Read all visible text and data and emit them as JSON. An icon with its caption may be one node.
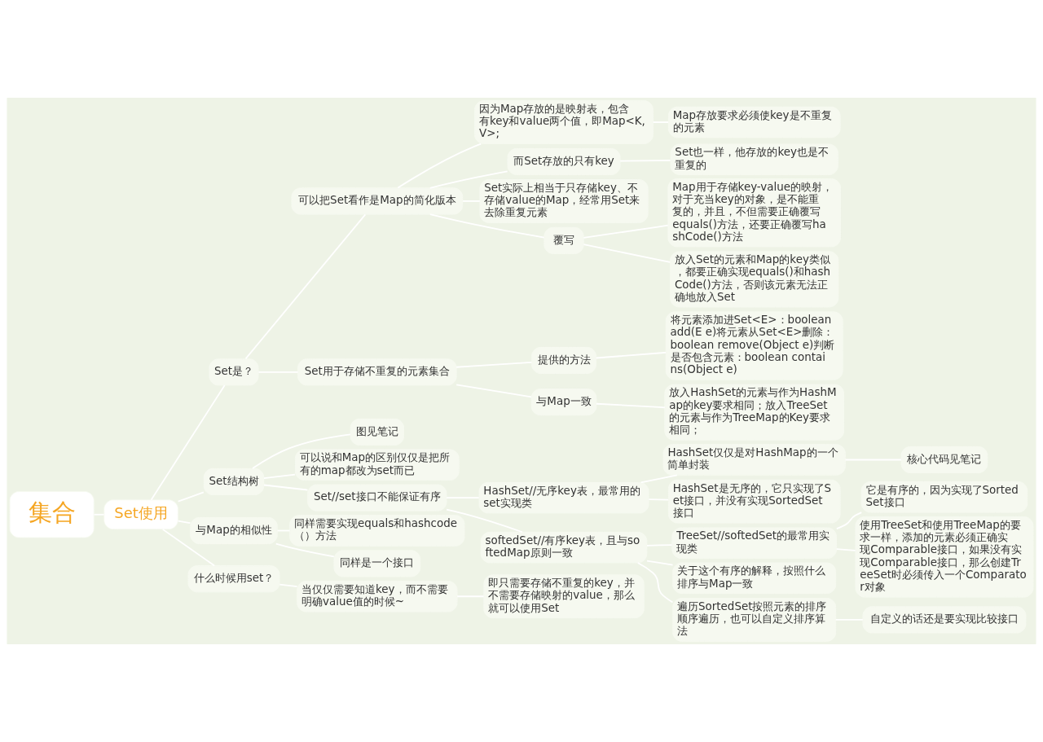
{
  "diagram": {
    "nodes": [
      {
        "text": [
          "集合"
        ]
      },
      {
        "text": [
          "Set使用"
        ]
      },
      {
        "text": [
          "Set是？"
        ]
      },
      {
        "text": [
          "可以把Set看作是Map的简化版本"
        ]
      },
      {
        "text": [
          "因为Map存放的是映射表，包含有key和value两个值，即Map<K,V>;"
        ]
      },
      {
        "text": [
          "Map存放要求必须使key是不重复的元素"
        ]
      },
      {
        "text": [
          "而Set存放的只有key"
        ]
      },
      {
        "text": [
          "Set也一样，他存放的key也是不重复的"
        ]
      },
      {
        "text": [
          "Set实际上相当于只存储key、不存储value的Map，经常用Set来去除重复元素"
        ]
      },
      {
        "text": [
          "覆写"
        ]
      },
      {
        "text": [
          "Map用于存储key-value的映射，对于充当key的对象，是不能重复的，并且，不但需要正确覆写equals()方法，还要正确覆写hashCode()方法"
        ]
      },
      {
        "text": [
          "放入Set的元素和Map的key类似，都要正确实现equals()和hashCode()方法，否则该元素无法正确地放入Set"
        ]
      },
      {
        "text": [
          "Set用于存储不重复的元素集合"
        ]
      },
      {
        "text": [
          "提供的方法"
        ]
      },
      {
        "text": [
          "将元素添加进Set<E>：boolean add(E e)将元素从Set<E>删除：boolean remove(Object e)判断是否包含元素：boolean contains(Object e)"
        ]
      },
      {
        "text": [
          "与Map一致"
        ]
      },
      {
        "text": [
          "放入HashSet的元素与作为HashMap的key要求相同；放入TreeSet的元素与作为TreeMap的Key要求相同；"
        ]
      },
      {
        "text": [
          "Set结构树"
        ]
      },
      {
        "text": [
          "图见笔记"
        ]
      },
      {
        "text": [
          "可以说和Map的区别仅仅是把所有的map都改为set而已"
        ]
      },
      {
        "text": [
          "Set//set接口不能保证有序"
        ]
      },
      {
        "text": [
          "HashSet//无序key表，最常用的set实现类"
        ]
      },
      {
        "text": [
          "HashSet仅仅是对HashMap的一个简单封装"
        ]
      },
      {
        "text": [
          "核心代码见笔记"
        ]
      },
      {
        "text": [
          "HashSet是无序的，它只实现了Set接口，并没有实现SortedSet接口"
        ]
      },
      {
        "text": [
          "softedSet//有序key表，且与softedMap原则一致"
        ]
      },
      {
        "text": [
          "TreeSet//softedSet的最常用实现类"
        ]
      },
      {
        "text": [
          "它是有序的，因为实现了SortedSet接口"
        ]
      },
      {
        "text": [
          "使用TreeSet和使用TreeMap的要求一样，添加的元素必须正确实现Comparable接口，如果没有实现Comparable接口，那么创建TreeSet时必须传入一个Comparator对象"
        ]
      },
      {
        "text": [
          "关于这个有序的解释，按照什么排序与Map一致"
        ]
      },
      {
        "text": [
          "遍历SortedSet按照元素的排序顺序遍历，也可以自定义排序算法"
        ]
      },
      {
        "text": [
          "自定义的话还是要实现比较接口"
        ]
      },
      {
        "text": [
          "与Map的相似性"
        ]
      },
      {
        "text": [
          "同样需要实现equals和hashcode（）方法"
        ]
      },
      {
        "text": [
          "同样是一个接口"
        ]
      },
      {
        "text": [
          "什么时候用set？"
        ]
      },
      {
        "text": [
          "当仅仅需要知道key，而不需要明确value值的时候~"
        ]
      },
      {
        "text": [
          "即只需要存储不重复的key，并不需要存储映射的value，那么就可以使用Set"
        ]
      }
    ],
    "edges": [
      {
        "from": 0,
        "to": 1,
        "arrow": "none"
      },
      {
        "from": 1,
        "to": 2,
        "arrow": "none"
      },
      {
        "from": 2,
        "to": 3,
        "arrow": "none"
      },
      {
        "from": 3,
        "to": 4,
        "arrow": "none"
      },
      {
        "from": 4,
        "to": 5,
        "arrow": "none"
      },
      {
        "from": 3,
        "to": 6,
        "arrow": "none"
      },
      {
        "from": 6,
        "to": 7,
        "arrow": "none"
      },
      {
        "from": 3,
        "to": 8,
        "arrow": "none"
      },
      {
        "from": 3,
        "to": 9,
        "arrow": "none"
      },
      {
        "from": 9,
        "to": 10,
        "arrow": "none"
      },
      {
        "from": 9,
        "to": 11,
        "arrow": "none"
      },
      {
        "from": 2,
        "to": 12,
        "arrow": "none"
      },
      {
        "from": 12,
        "to": 13,
        "arrow": "none"
      },
      {
        "from": 13,
        "to": 14,
        "arrow": "none"
      },
      {
        "from": 12,
        "to": 15,
        "arrow": "none"
      },
      {
        "from": 15,
        "to": 16,
        "arrow": "none"
      },
      {
        "from": 1,
        "to": 17,
        "arrow": "none"
      },
      {
        "from": 17,
        "to": 18,
        "arrow": "none"
      },
      {
        "from": 17,
        "to": 19,
        "arrow": "none"
      },
      {
        "from": 17,
        "to": 20,
        "arrow": "none"
      },
      {
        "from": 20,
        "to": 21,
        "arrow": "none"
      },
      {
        "from": 21,
        "to": 22,
        "arrow": "none"
      },
      {
        "from": 22,
        "to": 23,
        "arrow": "none"
      },
      {
        "from": 21,
        "to": 24,
        "arrow": "none"
      },
      {
        "from": 20,
        "to": 25,
        "arrow": "none"
      },
      {
        "from": 25,
        "to": 26,
        "arrow": "none"
      },
      {
        "from": 26,
        "to": 27,
        "arrow": "none"
      },
      {
        "from": 26,
        "to": 28,
        "arrow": "none"
      },
      {
        "from": 25,
        "to": 29,
        "arrow": "none"
      },
      {
        "from": 25,
        "to": 30,
        "arrow": "none"
      },
      {
        "from": 30,
        "to": 31,
        "arrow": "none"
      },
      {
        "from": 1,
        "to": 32,
        "arrow": "none"
      },
      {
        "from": 32,
        "to": 33,
        "arrow": "none"
      },
      {
        "from": 32,
        "to": 34,
        "arrow": "none"
      },
      {
        "from": 1,
        "to": 35,
        "arrow": "none"
      },
      {
        "from": 35,
        "to": 36,
        "arrow": "none"
      },
      {
        "from": 36,
        "to": 37,
        "arrow": "none"
      }
    ]
  }
}
